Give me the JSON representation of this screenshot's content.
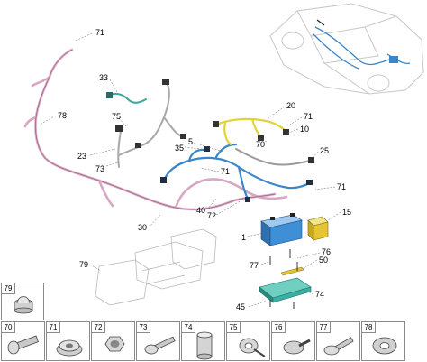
{
  "callouts": {
    "c71a": "71",
    "c78": "78",
    "c33": "33",
    "c75": "75",
    "c23": "23",
    "c73": "73",
    "c35": "35",
    "c5": "5",
    "c20": "20",
    "c71b": "71",
    "c10": "10",
    "c70": "70",
    "c25": "25",
    "c71c": "71",
    "c71d": "71",
    "c40": "40",
    "c72": "72",
    "c30": "30",
    "c15": "15",
    "c1": "1",
    "c76": "76",
    "c77": "77",
    "c50": "50",
    "c74": "74",
    "c79": "79",
    "c45": "45"
  },
  "fasteners": [
    {
      "number": "79",
      "icon": "cap-nut-icon"
    },
    {
      "number": "70",
      "icon": "bolt-icon"
    },
    {
      "number": "71",
      "icon": "flange-nut-icon"
    },
    {
      "number": "72",
      "icon": "hex-nut-icon"
    },
    {
      "number": "73",
      "icon": "screw-icon"
    },
    {
      "number": "74",
      "icon": "spacer-sleeve-icon"
    },
    {
      "number": "75",
      "icon": "clip-icon"
    },
    {
      "number": "76",
      "icon": "stud-nut-icon"
    },
    {
      "number": "77",
      "icon": "flange-bolt-icon"
    },
    {
      "number": "78",
      "icon": "washer-icon"
    }
  ],
  "colors": {
    "harness_pink": "#d9a6c4",
    "harness_blue": "#3a86c8",
    "harness_yellow": "#e3d33a",
    "harness_teal": "#3fa69b",
    "harness_gray": "#9a9a9a",
    "battery_blue": "#3f8fd6",
    "fuse_yellow": "#e6c630",
    "tray_teal": "#3ab0a2"
  }
}
